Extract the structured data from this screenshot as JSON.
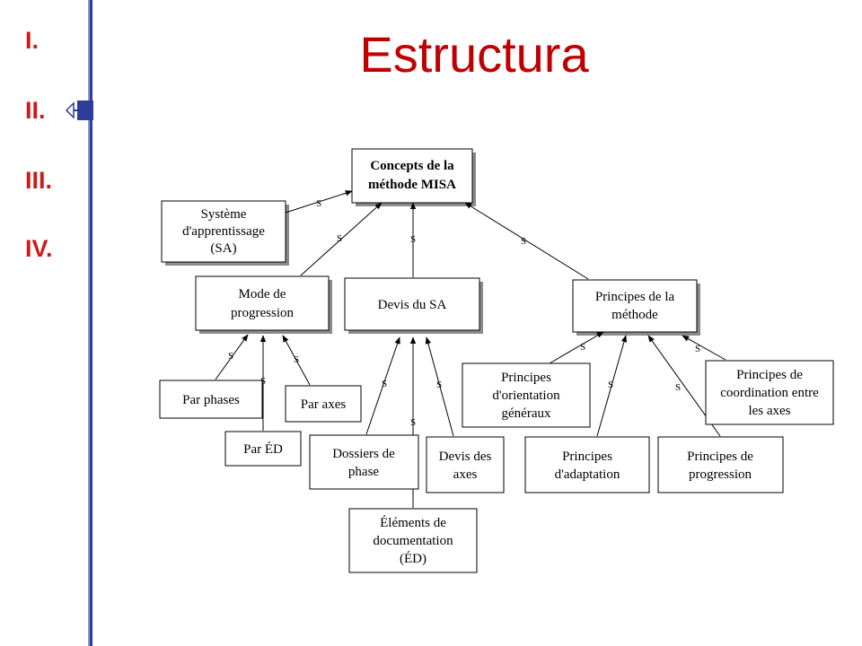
{
  "slide": {
    "title": "Estructura"
  },
  "navigation": {
    "items": [
      {
        "label": "I."
      },
      {
        "label": "II."
      },
      {
        "label": "III."
      },
      {
        "label": "IV."
      }
    ],
    "current_index": 1
  },
  "diagram": {
    "link_label": "S",
    "nodes": {
      "concepts": [
        "Concepts de la",
        "méthode MISA"
      ],
      "systeme": [
        "Système",
        "d'apprentissage",
        "(SA)"
      ],
      "mode": [
        "Mode de",
        "progression"
      ],
      "devis": [
        "Devis du SA"
      ],
      "principes_methode": [
        "Principes de la",
        "méthode"
      ],
      "par_phases": [
        "Par phases"
      ],
      "par_axes": [
        "Par axes"
      ],
      "par_ed": [
        "Par ÉD"
      ],
      "dossiers": [
        "Dossiers de",
        "phase"
      ],
      "devis_axes": [
        "Devis des",
        "axes"
      ],
      "elements": [
        "Éléments de",
        "documentation",
        "(ÉD)"
      ],
      "orientation": [
        "Principes",
        "d'orientation",
        "généraux"
      ],
      "adaptation": [
        "Principes",
        "d'adaptation"
      ],
      "progression": [
        "Principes de",
        "progression"
      ],
      "coordination": [
        "Principes de",
        "coordination entre",
        "les axes"
      ]
    }
  },
  "colors": {
    "title": "#c00000",
    "navigation": "#cc1b1b",
    "sidebar_rule": "#2d3d9a",
    "marker": "#2d3d9a"
  }
}
